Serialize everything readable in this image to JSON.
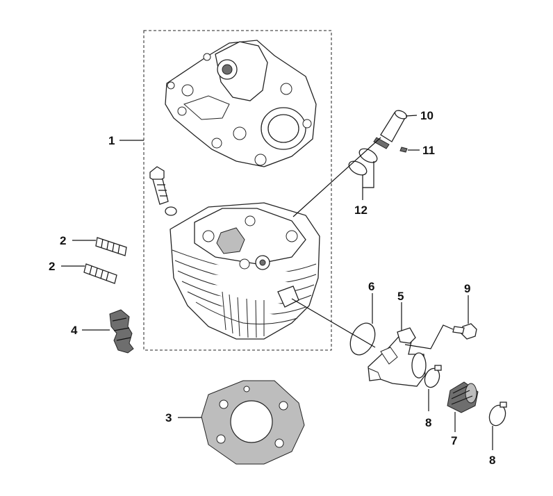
{
  "callouts": {
    "c1": "1",
    "c2a": "2",
    "c2b": "2",
    "c3": "3",
    "c4": "4",
    "c5": "5",
    "c6": "6",
    "c7": "7",
    "c8a": "8",
    "c8b": "8",
    "c9": "9",
    "c10": "10",
    "c11": "11",
    "c12": "12"
  }
}
